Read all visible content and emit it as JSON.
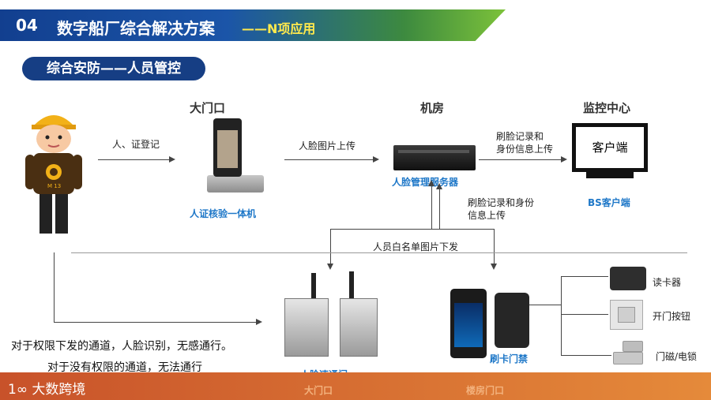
{
  "header": {
    "number": "04",
    "title": "数字船厂综合解决方案",
    "subtitle": "——N项应用"
  },
  "section_title": "综合安防——人员管控",
  "columns": {
    "gate": "大门口",
    "machine_room": "机房",
    "monitor_center": "监控中心"
  },
  "flows": {
    "register": "人、证登记",
    "upload_face": "人脸图片上传",
    "record_upload_1_line1": "刷脸记录和",
    "record_upload_1_line2": "身份信息上传",
    "record_upload_2_line1": "刷脸记录和身份",
    "record_upload_2_line2": "信息上传",
    "whitelist": "人员白名单图片下发"
  },
  "devices": {
    "kiosk": "人证核验一体机",
    "server": "人脸管理服务器",
    "client_screen": "客户端",
    "client": "BS客户端",
    "turnstile": "人脸速通门",
    "card_access": "刷卡门禁",
    "reader": "读卡器",
    "exit_button": "开门按钮",
    "lock": "门磁/电锁"
  },
  "badge": "M 13",
  "notes": {
    "line1": "对于权限下发的通道，人脸识别，无感通行。",
    "line2": "对于没有权限的通道，无法通行"
  },
  "footer": {
    "logo": "大数跨境",
    "logo_mark": "1∞",
    "location1": "大门口",
    "location2": "楼房门口"
  },
  "colors": {
    "header_blue": "#123f8f",
    "header_green": "#7cc23a",
    "subtitle_yellow": "#ffe94d",
    "label_blue": "#1f78c8",
    "footer_orange": "#d06a30"
  }
}
